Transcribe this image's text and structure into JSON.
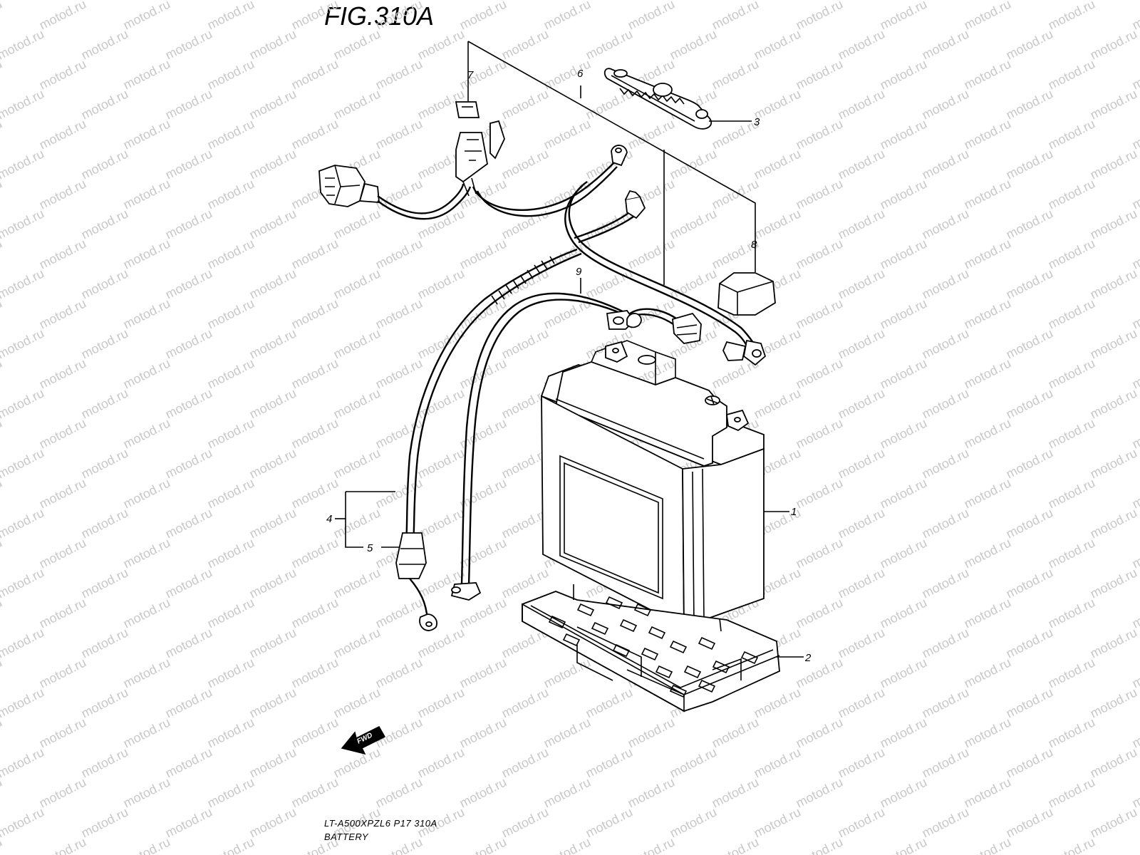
{
  "figure": {
    "title": "FIG.310A",
    "model_code": "LT-A500XPZL6  P17  310A",
    "section_name": "BATTERY"
  },
  "watermark": {
    "text": "motod.ru"
  },
  "callouts": [
    {
      "id": "1",
      "label": "1"
    },
    {
      "id": "2",
      "label": "2"
    },
    {
      "id": "3",
      "label": "3"
    },
    {
      "id": "4",
      "label": "4"
    },
    {
      "id": "5",
      "label": "5"
    },
    {
      "id": "6",
      "label": "6"
    },
    {
      "id": "7",
      "label": "7"
    },
    {
      "id": "8",
      "label": "8"
    },
    {
      "id": "9",
      "label": "9"
    }
  ],
  "direction_arrow": {
    "label": "FWD",
    "icon": "fwd-arrow-icon"
  },
  "colors": {
    "line": "#000000",
    "watermark": "#c8c8c8",
    "background": "#ffffff"
  }
}
